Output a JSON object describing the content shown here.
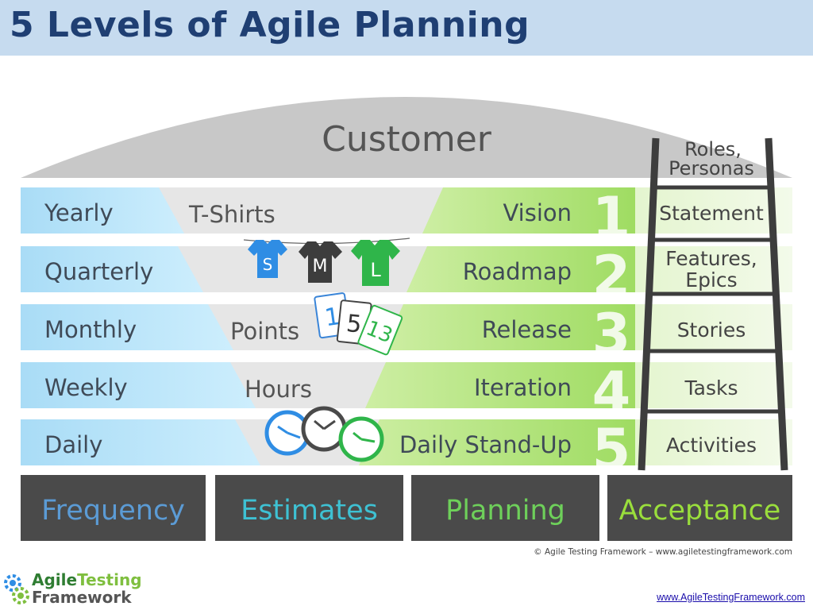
{
  "title": "5 Levels of Agile Planning",
  "customer_label": "Customer",
  "roles_label_line1": "Roles,",
  "roles_label_line2": "Personas",
  "levels": [
    {
      "frequency": "Yearly",
      "estimate": "T-Shirts",
      "planning": "Vision",
      "number": "1",
      "acceptance": [
        "Statement"
      ]
    },
    {
      "frequency": "Quarterly",
      "estimate": "",
      "planning": "Roadmap",
      "number": "2",
      "acceptance": [
        "Features,",
        "Epics"
      ]
    },
    {
      "frequency": "Monthly",
      "estimate": "Points",
      "planning": "Release",
      "number": "3",
      "acceptance": [
        "Stories"
      ]
    },
    {
      "frequency": "Weekly",
      "estimate": "Hours",
      "planning": "Iteration",
      "number": "4",
      "acceptance": [
        "Tasks"
      ]
    },
    {
      "frequency": "Daily",
      "estimate": "",
      "planning": "Daily Stand-Up",
      "number": "5",
      "acceptance": [
        "Activities"
      ]
    }
  ],
  "tshirt_sizes": [
    "S",
    "M",
    "L"
  ],
  "point_cards": [
    "1",
    "5",
    "13"
  ],
  "categories": [
    "Frequency",
    "Estimates",
    "Planning",
    "Acceptance"
  ],
  "category_colors": [
    "#5b9bd5",
    "#3ec1d3",
    "#6ed05a",
    "#9ade3c"
  ],
  "credit": "© Agile Testing Framework – www.agiletestingframework.com",
  "logo_line1_a": "Agile",
  "logo_line1_b": "Testing",
  "logo_line2": "Framework",
  "footer_url": "www.AgileTestingFramework.com",
  "colors": {
    "title_bg": "#c6dbef",
    "title_text": "#1f3f73",
    "dome": "#c8c8c8",
    "category_bg": "#4a4a4a",
    "ladder": "#3d3d3d"
  }
}
